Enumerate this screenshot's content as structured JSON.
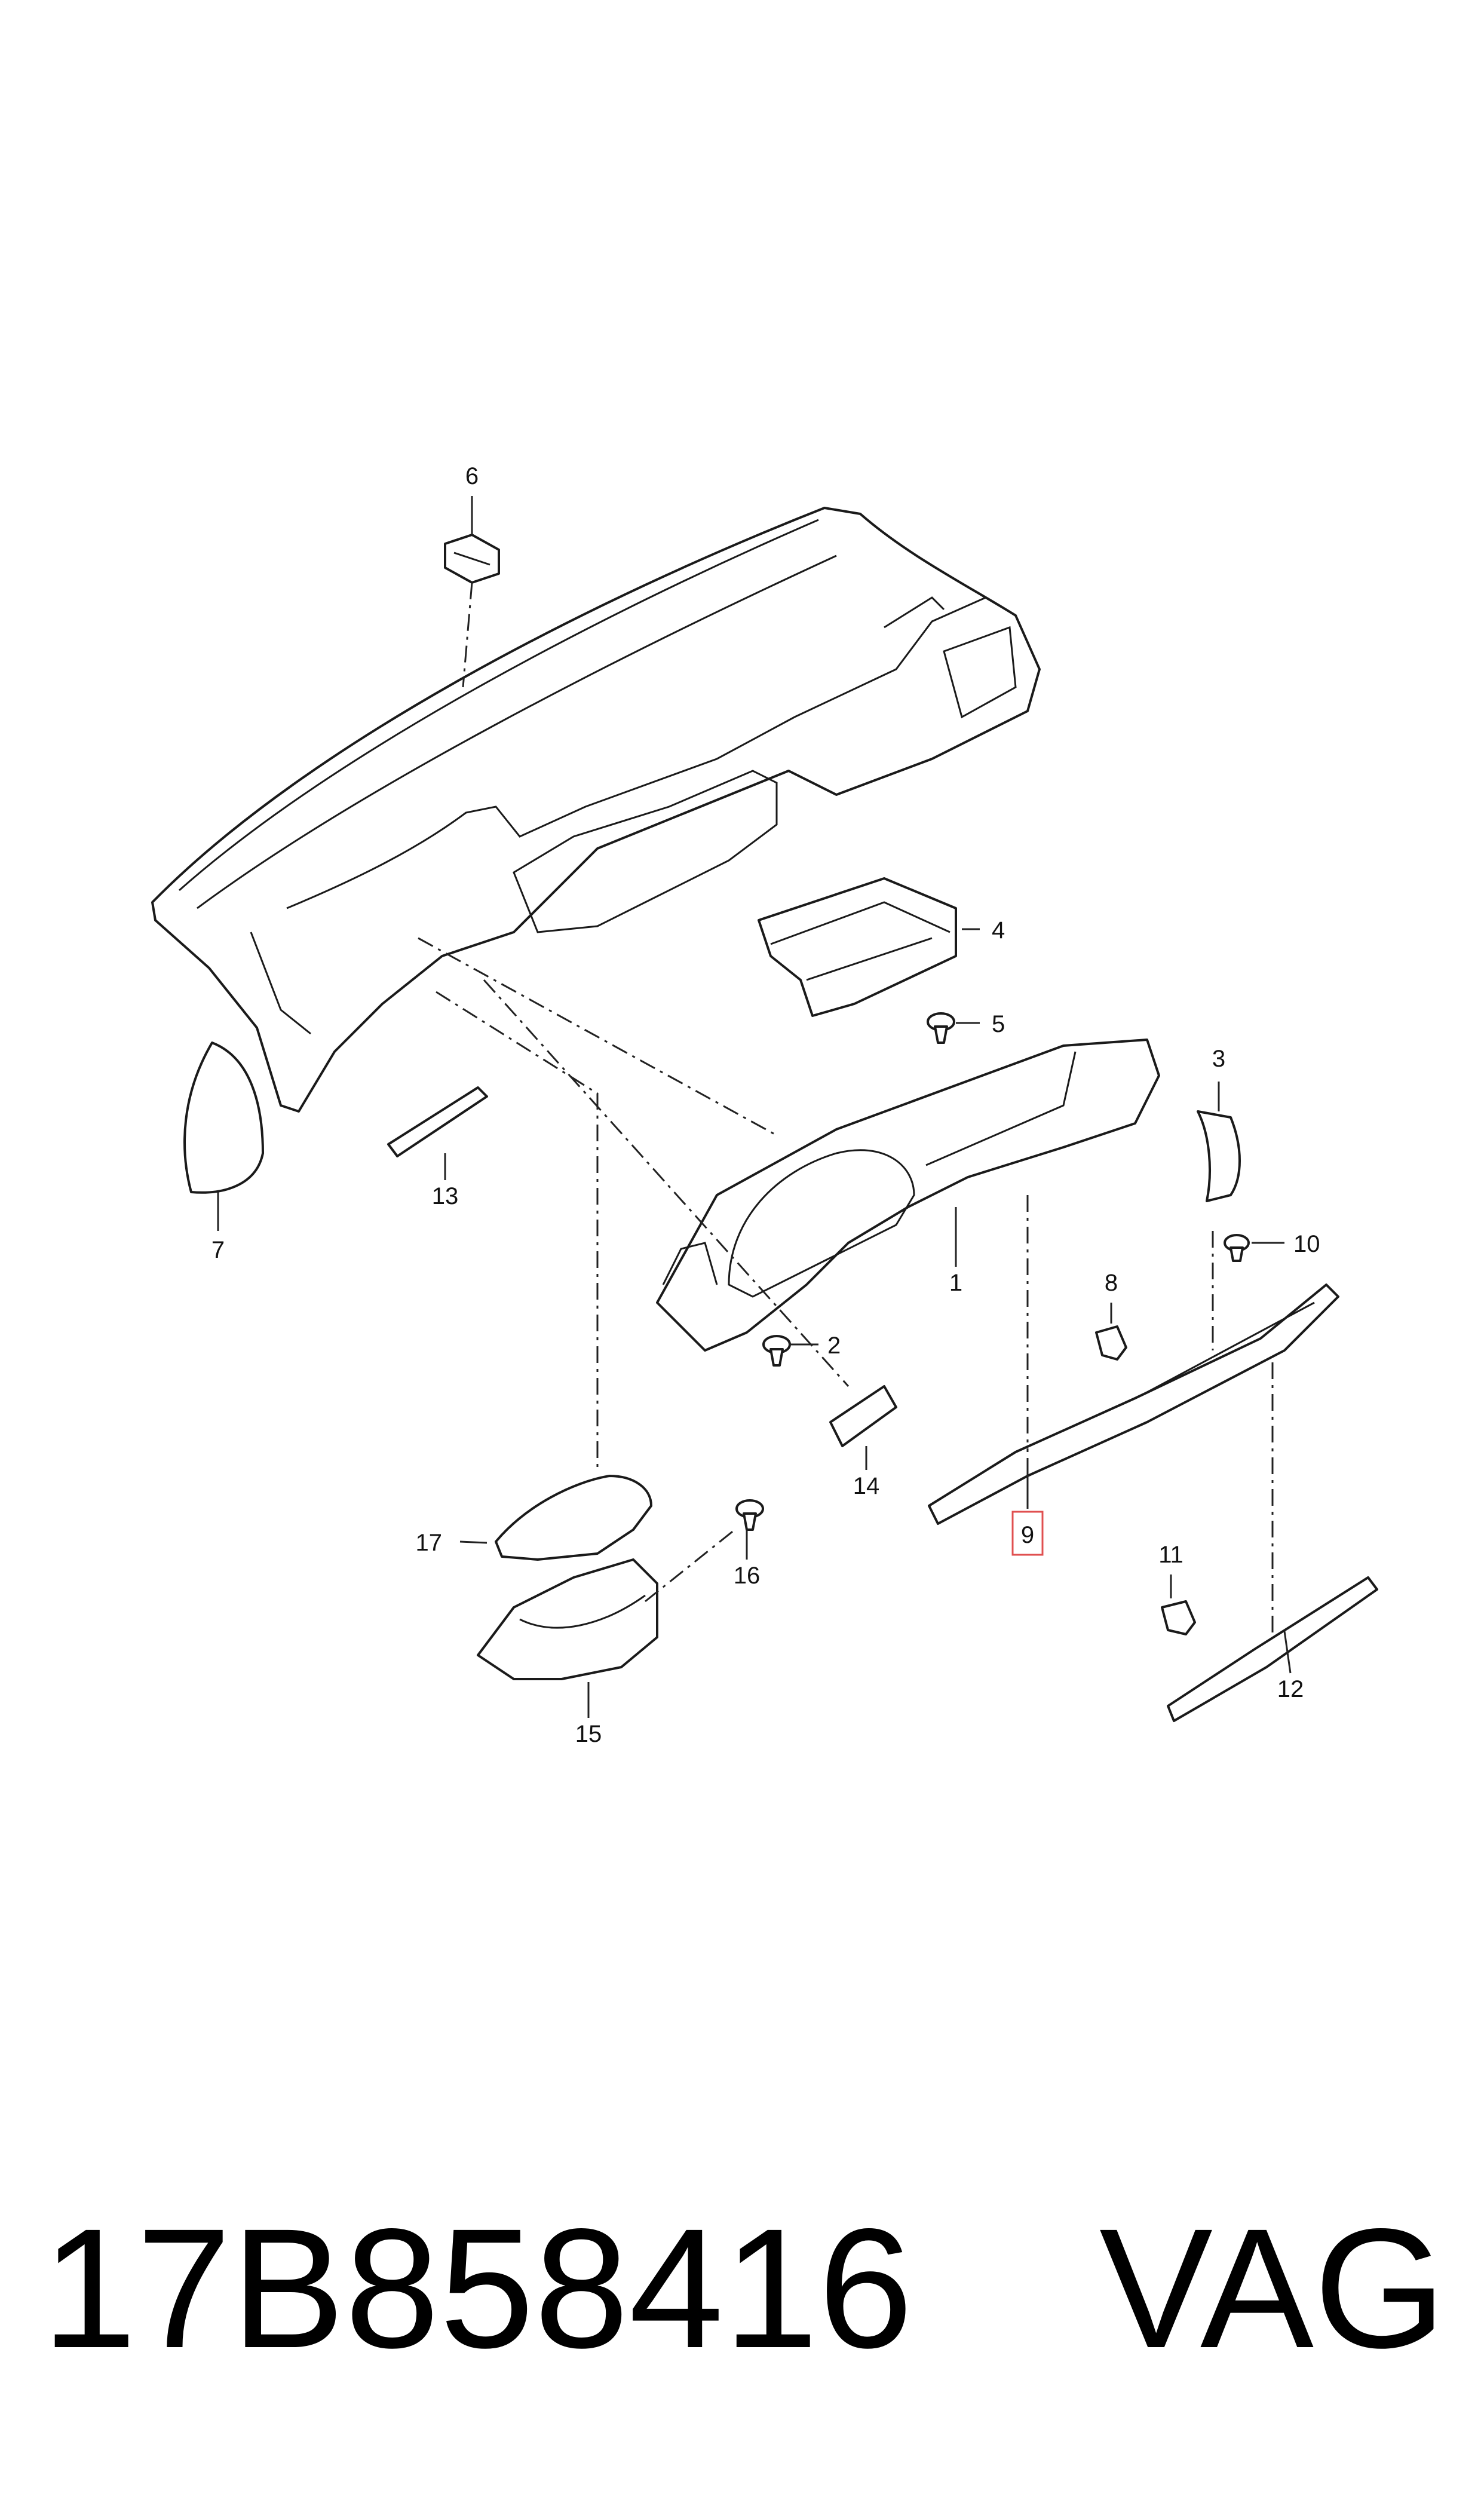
{
  "callouts": [
    "1",
    "2",
    "3",
    "4",
    "5",
    "6",
    "7",
    "8",
    "9",
    "10",
    "11",
    "12",
    "13",
    "14",
    "15",
    "16",
    "17"
  ],
  "highlighted_callout": "9",
  "highlight_color": "#e05050",
  "caption": {
    "part_number": "17B858416",
    "brand": "VAG"
  }
}
